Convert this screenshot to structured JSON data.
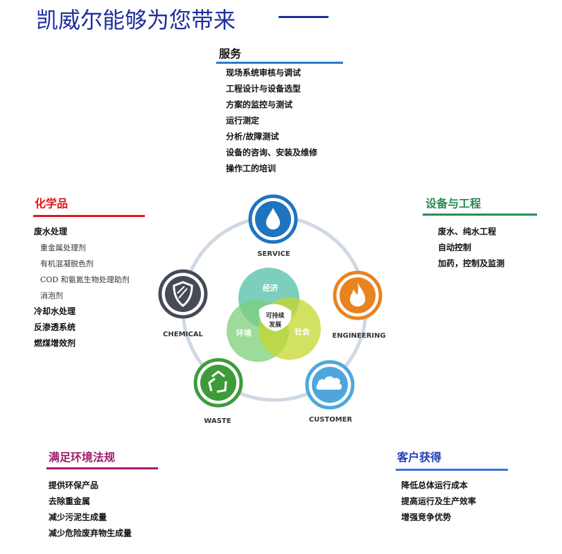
{
  "title": "凯威尔能够为您带来",
  "service": {
    "heading": "服务",
    "items": [
      "现场系统审核与调试",
      "工程设计与设备选型",
      "方案的监控与测试",
      "运行测定",
      "分析/故障测试",
      "设备的咨询、安装及维修",
      "操作工的培训"
    ]
  },
  "chemicals": {
    "heading": "化学品",
    "main1": "废水处理",
    "subs": [
      "重金属处理剂",
      "有机混凝脱色剂",
      "COD 和氨氮生物处理助剂",
      "消泡剂"
    ],
    "main2": "冷却水处理",
    "main3": "反渗透系统",
    "main4": "燃煤增效剂"
  },
  "equipment": {
    "heading": "设备与工程",
    "items": [
      "废水、纯水工程",
      "自动控制",
      "加药，控制及监测"
    ]
  },
  "regulation": {
    "heading": "满足环境法规",
    "items": [
      "提供环保产品",
      "去除重金属",
      "减少污泥生成量",
      "减少危险废弃物生成量"
    ]
  },
  "customer": {
    "heading": "客户获得",
    "items": [
      "降低总体运行成本",
      "提高运行及生产效率",
      "增强竞争优势"
    ]
  },
  "diagram": {
    "nodes": {
      "service": {
        "label": "SERVICE",
        "color": "#1f74c0",
        "icon": "water-drop-icon"
      },
      "engineering": {
        "label": "ENGINEERING",
        "color": "#e8831f",
        "icon": "flame-icon"
      },
      "customer": {
        "label": "CUSTOMER",
        "color": "#4fa6dc",
        "icon": "cloud-icon"
      },
      "waste": {
        "label": "WASTE",
        "color": "#3e9b3a",
        "icon": "recycle-icon"
      },
      "chemical": {
        "label": "CHEMICAL",
        "color": "#464a56",
        "icon": "shield-icon"
      }
    },
    "venn": {
      "economy": {
        "label": "经济",
        "color": "#5cc3ad"
      },
      "environment": {
        "label": "环境",
        "color": "#7ccf7a"
      },
      "society": {
        "label": "社会",
        "color": "#c4d72e"
      },
      "center": "可持续发展"
    }
  }
}
